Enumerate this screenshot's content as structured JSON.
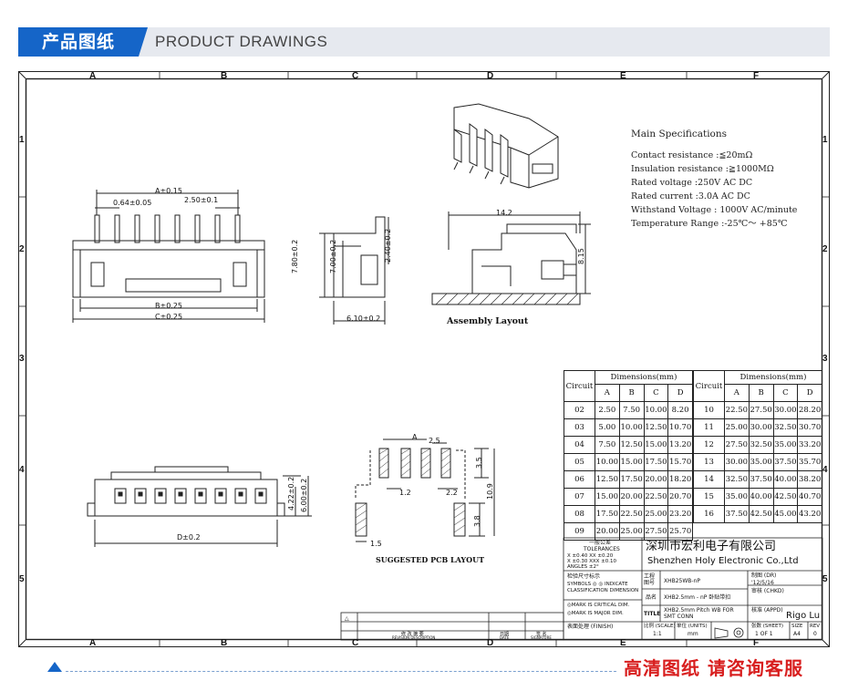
{
  "header": {
    "title_cn": "产品图纸",
    "title_en": "PRODUCT DRAWINGS"
  },
  "colors": {
    "accent": "#1565c8",
    "footer_text": "#d81e1e",
    "header_bg": "#e6e9ef"
  },
  "zones": {
    "columns": [
      "A",
      "B",
      "C",
      "D",
      "E",
      "F"
    ],
    "rows": [
      "1",
      "2",
      "3",
      "4",
      "5"
    ]
  },
  "front_view": {
    "a_dim": "A±0.15",
    "pin_width": "0.64±0.05",
    "pitch": "2.50±0.1",
    "b_dim": "B±0.25",
    "c_dim": "C±0.25"
  },
  "side_view": {
    "height1": "7.80±0.2",
    "height2": "7.00±0.2",
    "height3": "2.40±0.2",
    "depth": "6.10±0.2"
  },
  "assembly": {
    "width": "14.2",
    "height": "8.15",
    "label": "Assembly Layout"
  },
  "bottom_view": {
    "h1": "4.22±0.2",
    "h2": "6.00±0.2",
    "d_dim": "D±0.2"
  },
  "pcb_layout": {
    "a_label": "A",
    "pitch": "2.5",
    "pad_w": "1.2",
    "offset": "2.2",
    "h1": "3.5",
    "h2": "10.9",
    "h3": "3.8",
    "w": "1.5",
    "label": "SUGGESTED PCB LAYOUT"
  },
  "specs": {
    "title": "Main Specifications",
    "lines": [
      "Contact resistance :≦20mΩ",
      "Insulation resistance :≧1000MΩ",
      "Rated voltage :250V AC DC",
      "Rated current :3.0A AC DC",
      "Withstand Voltage : 1000V AC/minute",
      "Temperature Range  :-25℃～ +85℃"
    ]
  },
  "dim_table": {
    "circuit_header": "Circuit",
    "group_header": "Dimensions(mm)",
    "cols": [
      "A",
      "B",
      "C",
      "D"
    ],
    "left": [
      [
        "02",
        "2.50",
        "7.50",
        "10.00",
        "8.20"
      ],
      [
        "03",
        "5.00",
        "10.00",
        "12.50",
        "10.70"
      ],
      [
        "04",
        "7.50",
        "12.50",
        "15.00",
        "13.20"
      ],
      [
        "05",
        "10.00",
        "15.00",
        "17.50",
        "15.70"
      ],
      [
        "06",
        "12.50",
        "17.50",
        "20.00",
        "18.20"
      ],
      [
        "07",
        "15.00",
        "20.00",
        "22.50",
        "20.70"
      ],
      [
        "08",
        "17.50",
        "22.50",
        "25.00",
        "23.20"
      ],
      [
        "09",
        "20.00",
        "25.00",
        "27.50",
        "25.70"
      ]
    ],
    "right": [
      [
        "10",
        "22.50",
        "27.50",
        "30.00",
        "28.20"
      ],
      [
        "11",
        "25.00",
        "30.00",
        "32.50",
        "30.70"
      ],
      [
        "12",
        "27.50",
        "32.50",
        "35.00",
        "33.20"
      ],
      [
        "13",
        "30.00",
        "35.00",
        "37.50",
        "35.70"
      ],
      [
        "14",
        "32.50",
        "37.50",
        "40.00",
        "38.20"
      ],
      [
        "15",
        "35.00",
        "40.00",
        "42.50",
        "40.70"
      ],
      [
        "16",
        "37.50",
        "42.50",
        "45.00",
        "43.20"
      ]
    ]
  },
  "title_block": {
    "tol_cn": "一般公差",
    "tol_en": "TOLERANCES",
    "tol_x": "X  ±0.40   XX ±0.20",
    "tol_xx": "X  ±0.30   XXX ±0.10",
    "tol_ang": "ANGLES      ±2°",
    "company_cn": "深圳市宏利电子有限公司",
    "company_en": "Shenzhen Holy Electronic Co.,Ltd",
    "check_label": "检验尺寸标示",
    "symbols": "SYMBOLS ◎ ◎ INDICATE",
    "classification": "CLASSIFICATION DIMENSION",
    "drawing_no_label": "工程图号",
    "drawing_no": "XHB25WB-nP",
    "drawn_label": "制图 (DR)",
    "drawn_date": "'12/5/16",
    "checked_label": "审核 (CHKD)",
    "name_label": "品名",
    "name_value": "XHB2.5mm - nP 卧贴带扣",
    "critical": "◎MARK IS CRITICAL DIM.",
    "major": "◎MARK IS MAJOR DIM.",
    "title_label": "TITLE",
    "title_value": "XHB2.5mm Pitch WB  FOR  SMT CONN",
    "approved_label": "核准 (APPD)",
    "approved_by": "Rigo Lu",
    "finish_label": "表面处理 (FINISH)",
    "scale_label": "比例 (SCALE)",
    "scale_value": "1:1",
    "units_label": "单位 (UNITS)",
    "units_value": "mm",
    "sheet_label": "张数 (SHEET)",
    "sheet_value": "1 OF 1",
    "size_label": "SIZE",
    "size_value": "A4",
    "rev_label": "REV",
    "rev_value": "0",
    "revision_label": "修 改 摘 要",
    "revision_en": "REVISION DESCRIPTION",
    "date_label": "日期",
    "date_en": "DATE",
    "signature_label": "签 名",
    "signature_en": "SIGNATURE"
  },
  "footer": {
    "text": "高清图纸 请咨询客服"
  }
}
